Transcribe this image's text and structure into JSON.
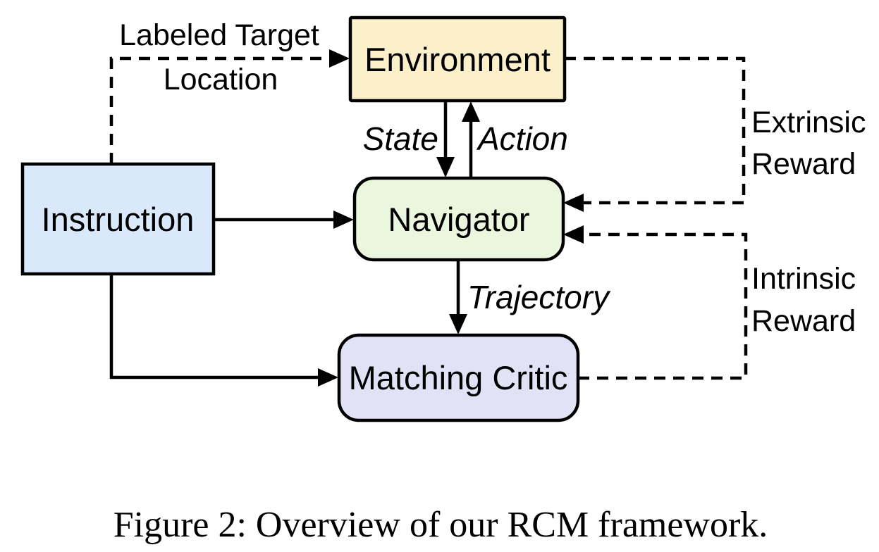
{
  "figure": {
    "caption": "Figure 2: Overview of our RCM framework."
  },
  "colors": {
    "background": "#FFFFFF",
    "line": "#000000",
    "environment_fill": "#FCF0CB",
    "instruction_fill": "#D9E9FB",
    "navigator_fill": "#EAF6DE",
    "matching_critic_fill": "#E2E2F6",
    "node_border": "#000000"
  },
  "diagram": {
    "nodes": {
      "environment": {
        "label": "Environment",
        "shape": "rectangle",
        "fill": "#FCF0CB"
      },
      "instruction": {
        "label": "Instruction",
        "shape": "rectangle",
        "fill": "#D9E9FB"
      },
      "navigator": {
        "label": "Navigator",
        "shape": "rounded-rectangle",
        "fill": "#EAF6DE"
      },
      "matching_critic": {
        "label": "Matching Critic",
        "shape": "rounded-rectangle",
        "fill": "#E2E2F6"
      }
    },
    "edges": {
      "labeled_target_location": {
        "label_line1": "Labeled Target",
        "label_line2": "Location",
        "style": "dashed",
        "from": "instruction",
        "to": "environment"
      },
      "state": {
        "label": "State",
        "style": "solid",
        "from": "environment",
        "to": "navigator"
      },
      "action": {
        "label": "Action",
        "style": "solid",
        "from": "navigator",
        "to": "environment"
      },
      "instruction_to_navigator": {
        "label": "",
        "style": "solid",
        "from": "instruction",
        "to": "navigator"
      },
      "trajectory": {
        "label": "Trajectory",
        "style": "solid",
        "from": "navigator",
        "to": "matching_critic"
      },
      "instruction_to_matching_critic": {
        "label": "",
        "style": "solid",
        "from": "instruction",
        "to": "matching_critic"
      },
      "extrinsic_reward": {
        "label_line1": "Extrinsic",
        "label_line2": "Reward",
        "style": "dashed",
        "from": "environment",
        "to": "navigator"
      },
      "intrinsic_reward": {
        "label_line1": "Intrinsic",
        "label_line2": "Reward",
        "style": "dashed",
        "from": "matching_critic",
        "to": "navigator"
      }
    }
  }
}
